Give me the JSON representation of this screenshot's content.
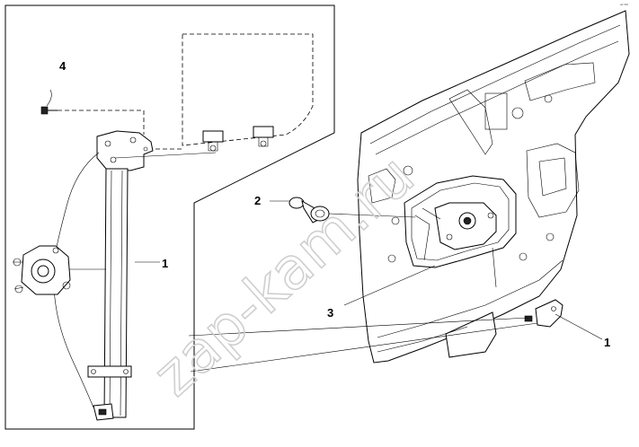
{
  "callouts": {
    "regulator_left": "1",
    "regulator_right": "1",
    "plug": "2",
    "service_hole": "3",
    "bolt": "4"
  },
  "watermark": "zap-kam.ru",
  "corner_code": "ᵃᴺ ᵂᴹ"
}
